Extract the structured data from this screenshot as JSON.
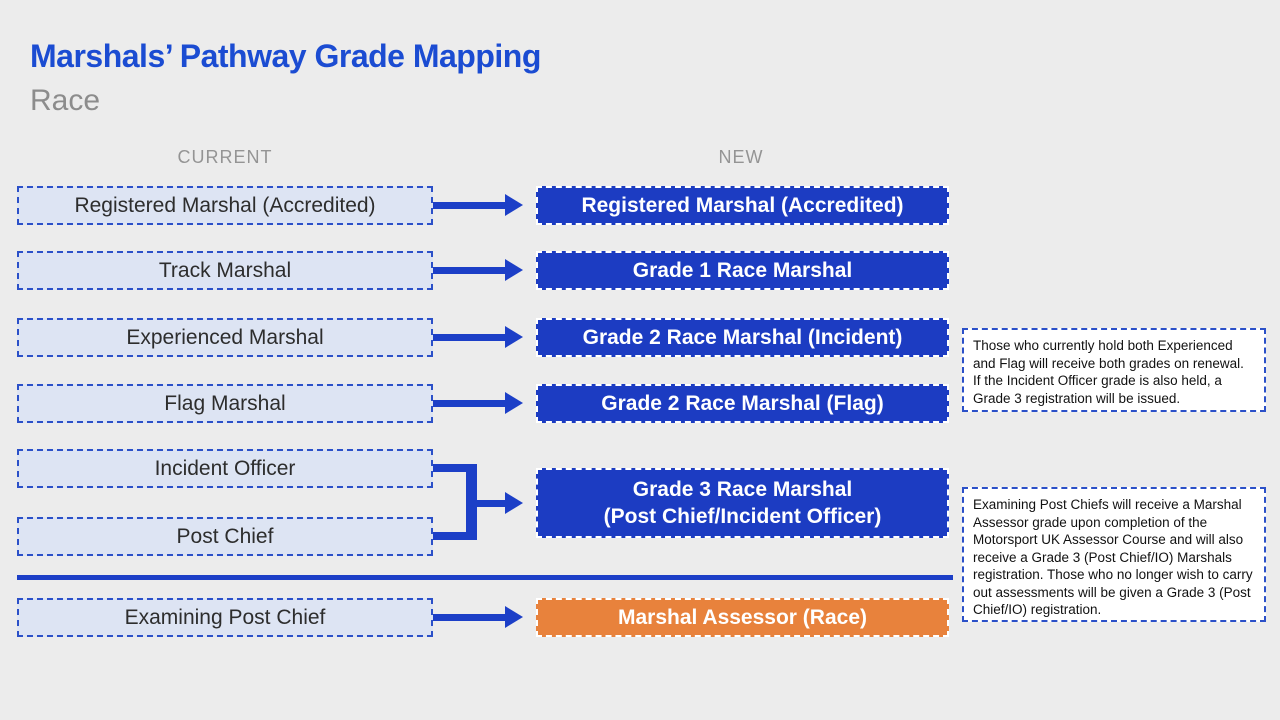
{
  "page": {
    "title": "Marshals’ Pathway Grade Mapping",
    "subtitle": "Race"
  },
  "columns": {
    "current_header": "CURRENT",
    "new_header": "NEW"
  },
  "mapping": {
    "rows": [
      {
        "current": "Registered Marshal (Accredited)",
        "new": "Registered Marshal (Accredited)"
      },
      {
        "current": "Track Marshal",
        "new": "Grade 1 Race Marshal"
      },
      {
        "current": "Experienced Marshal",
        "new": "Grade 2 Race Marshal (Incident)"
      },
      {
        "current": "Flag Marshal",
        "new": "Grade 2 Race Marshal (Flag)"
      },
      {
        "current": "Incident Officer"
      },
      {
        "current": "Post Chief"
      },
      {
        "current": "Examining Post Chief",
        "new": "Marshal Assessor (Race)"
      }
    ],
    "merged_new": {
      "line1": "Grade 3 Race Marshal",
      "line2": "(Post Chief/Incident Officer)"
    }
  },
  "notes": [
    {
      "text": "Those who currently hold both Experienced and Flag will receive both grades on renewal. If the Incident Officer grade is also held, a Grade 3 registration will be issued."
    },
    {
      "text": "Examining Post Chiefs will receive a Marshal Assessor grade upon completion of the Motorsport UK Assessor Course and will also receive a Grade 3 (Post Chief/IO) Marshals registration. Those who no longer wish to carry out assessments will be given a Grade 3 (Post Chief/IO) registration."
    }
  ],
  "colors": {
    "background": "#ececec",
    "title_blue": "#1b4cd2",
    "box_blue": "#1c3cc2",
    "arrow_blue": "#1c3fc7",
    "light_box_fill": "#dde4f3",
    "dashed_border_blue": "#2b50c8",
    "assessor_orange": "#e8823c",
    "header_gray": "#949494"
  }
}
